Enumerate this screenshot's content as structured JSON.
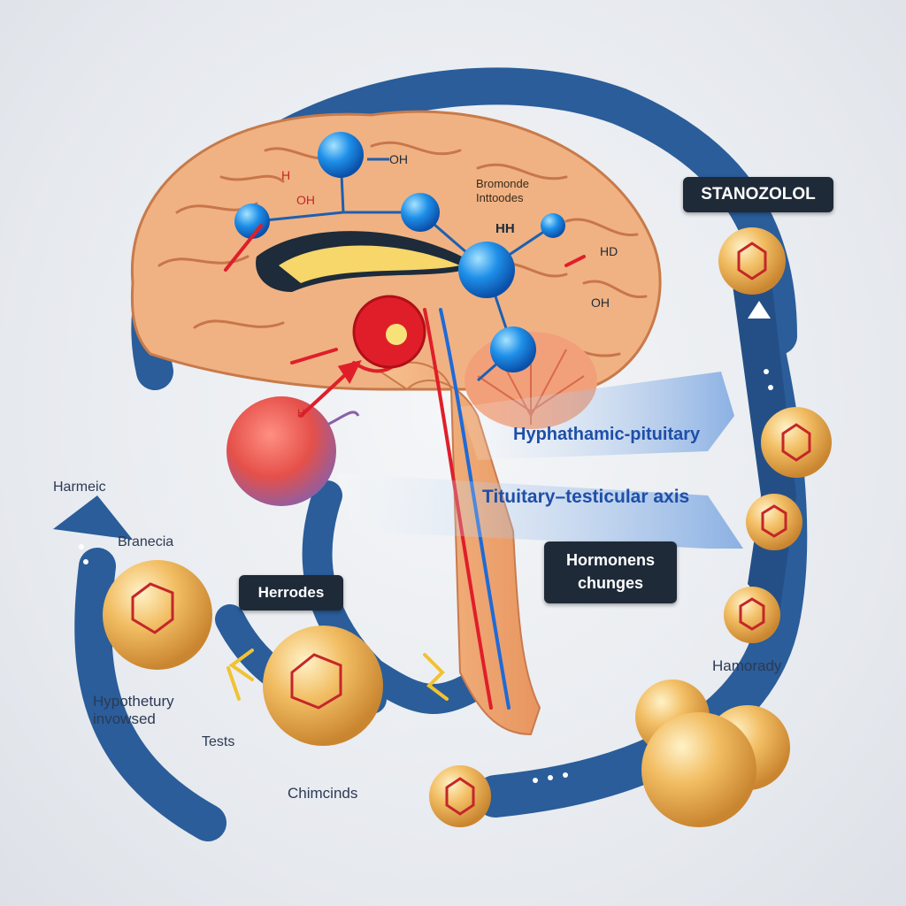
{
  "labels": {
    "stanozolol": "STANOZOLOL",
    "axis_line1": "Hyphathamic-pituitary",
    "axis_line2": "Tituitary–testicular axis",
    "hormones_changes_1": "Hormonens",
    "hormones_changes_2": "chunges",
    "herrodes": "Herrodes",
    "harmeic": "Harmeic",
    "branecia": "Branecia",
    "hypothetury_1": "Hypothetury",
    "hypothetury_2": "invowsed",
    "tests": "Tests",
    "chimcinds": "Chimcinds",
    "hamorady": "Hamorady",
    "brain_note_1": "Bromonde",
    "brain_note_2": "Inttoodes"
  },
  "chemical_labels": {
    "oh_top": "OH",
    "oh_left": "OH",
    "h_left": "H",
    "h_right_top": "HD",
    "h_right_mid": "OH",
    "h_center": "HH",
    "h_gland": "H"
  },
  "colors": {
    "ribbon_blue": "#2a5d9a",
    "molecule_blue": "#1e8fe8",
    "brain_tan": "#f0b283",
    "bead_gold": "#f2be64",
    "arrow_red": "#e01e2a",
    "tag_dark": "#1f2a38"
  }
}
